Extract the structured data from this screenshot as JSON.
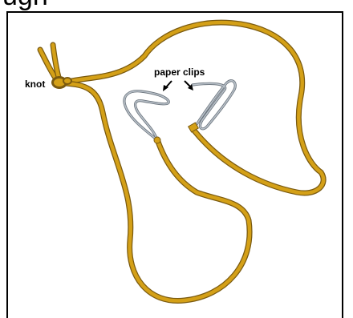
{
  "heading": "ugh",
  "labels": {
    "knot": "knot",
    "paper_clips": "paper clips"
  },
  "colors": {
    "string_fill": "#D4A017",
    "string_edge": "#7A5A10",
    "clip_metal": "#B8C0C8",
    "clip_edge": "#6A737C",
    "ink": "#000000"
  }
}
